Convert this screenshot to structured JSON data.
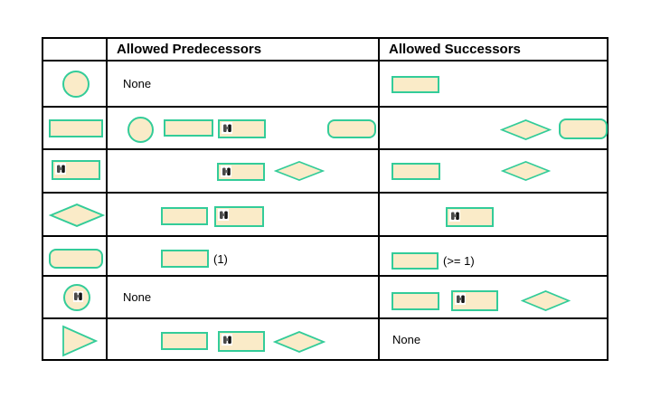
{
  "colors": {
    "shape_fill": "#FAEBC8",
    "shape_border": "#33CC99",
    "grid_line": "#000000",
    "background": "#FFFFFF"
  },
  "table": {
    "columns": [
      "",
      "Allowed Predecessors",
      "Allowed Successors"
    ],
    "rows": [
      {
        "shape": "circle",
        "predecessors_text": "None",
        "predecessors_shapes": [],
        "successors_shapes": [
          "rectangle"
        ]
      },
      {
        "shape": "rectangle",
        "predecessors_shapes": [
          "circle",
          "rectangle",
          "rectangle-with-icon",
          "rounded-rectangle"
        ],
        "successors_shapes": [
          "diamond",
          "rounded-rectangle"
        ]
      },
      {
        "shape": "rectangle-with-icon",
        "predecessors_shapes": [
          "rectangle-with-icon",
          "diamond"
        ],
        "successors_shapes": [
          "rectangle",
          "diamond"
        ]
      },
      {
        "shape": "diamond",
        "predecessors_shapes": [
          "rectangle",
          "rectangle-with-icon"
        ],
        "successors_shapes": [
          "rectangle-with-icon"
        ]
      },
      {
        "shape": "rounded-rectangle",
        "predecessors_shapes": [
          "rectangle"
        ],
        "predecessors_note": "(1)",
        "successors_shapes": [
          "rectangle"
        ],
        "successors_note": "(>= 1)"
      },
      {
        "shape": "circle-with-icon",
        "predecessors_text": "None",
        "predecessors_shapes": [],
        "successors_shapes": [
          "rectangle",
          "rectangle-with-icon",
          "diamond"
        ]
      },
      {
        "shape": "triangle",
        "predecessors_shapes": [
          "rectangle",
          "rectangle-with-icon",
          "diamond"
        ],
        "successors_text": "None"
      }
    ]
  }
}
